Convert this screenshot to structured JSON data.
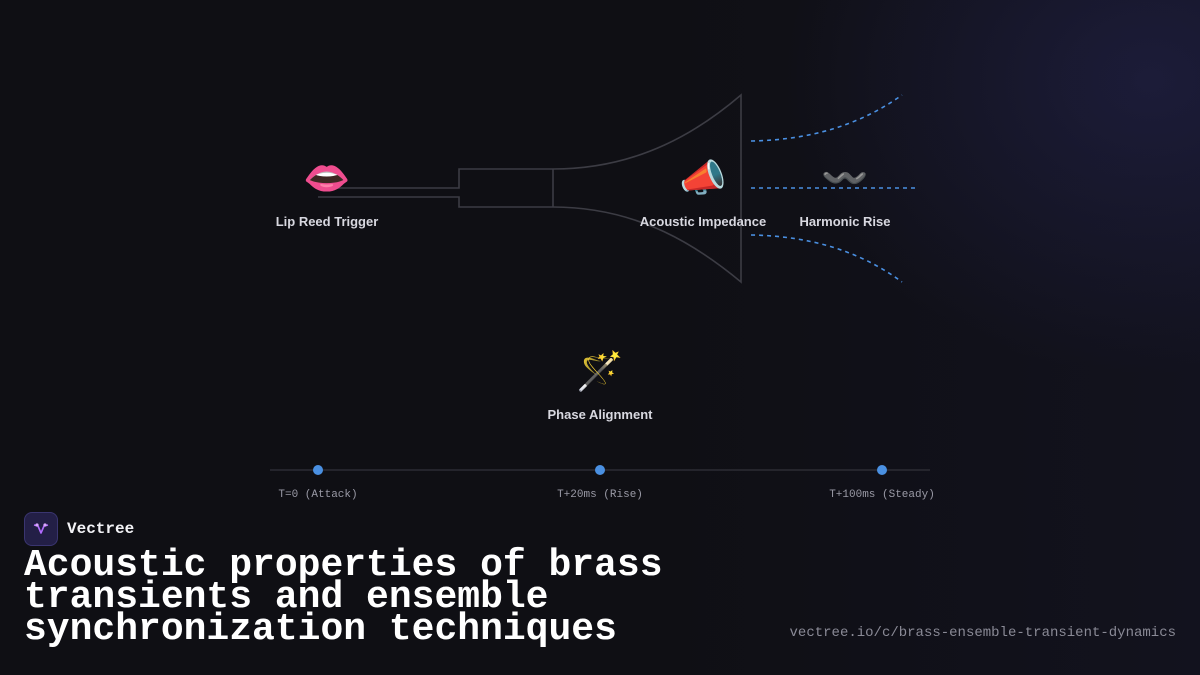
{
  "nodes": [
    {
      "id": "lip-reed",
      "label": "Lip Reed Trigger",
      "icon": "👄",
      "icon_name": "lips-icon"
    },
    {
      "id": "acoustic-impedance",
      "label": "Acoustic Impedance",
      "icon": "📣",
      "icon_name": "megaphone-icon"
    },
    {
      "id": "harmonic-rise",
      "label": "Harmonic Rise",
      "icon": "〰️",
      "icon_name": "wavy-line-icon"
    },
    {
      "id": "phase-alignment",
      "label": "Phase Alignment",
      "icon": "🪄",
      "icon_name": "magic-wand-icon"
    }
  ],
  "timeline": {
    "ticks": [
      {
        "label": "T=0 (Attack)"
      },
      {
        "label": "T+20ms (Rise)"
      },
      {
        "label": "T+100ms (Steady)"
      }
    ]
  },
  "brand": {
    "name": "Vectree"
  },
  "title": "Acoustic properties of brass transients and ensemble synchronization techniques",
  "url": "vectree.io/c/brass-ensemble-transient-dynamics",
  "colors": {
    "background": "#0f0f14",
    "accent_blue": "#4a90e2",
    "outline_gray": "#3c3c44",
    "text": "#d8d8e0"
  }
}
